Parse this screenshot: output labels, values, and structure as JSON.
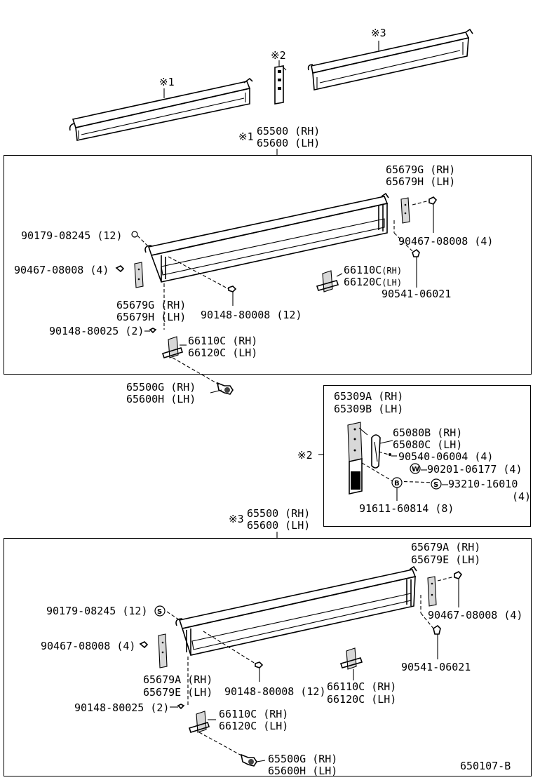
{
  "top": {
    "mark1": "※1",
    "mark2": "※2",
    "mark3": "※3",
    "mark1_label": "※1",
    "mark1_rh": "65500 (RH)",
    "mark1_lh": "65600 (LH)"
  },
  "panel1": {
    "bracket_top_rh": "65679G (RH)",
    "bracket_top_lh": "65679H (LH)",
    "bolt_ul": "90179-08245 (12)",
    "plug_left": "90467-08008 (4)",
    "plug_right": "90467-08008 (4)",
    "hinge_mid_rh": "66110C",
    "hinge_mid_rh_suffix": "(RH)",
    "hinge_mid_lh": "66120C",
    "hinge_mid_lh_suffix": "(LH)",
    "pin_right": "90541-06021",
    "bracket_low_rh": "65679G (RH)",
    "bracket_low_lh": "65679H (LH)",
    "screw_mid": "90148-80008 (12)",
    "screw_low": "90148-80025 (2)",
    "hinge_low_rh": "66110C (RH)",
    "hinge_low_lh": "66120C (LH)"
  },
  "outside1": {
    "bolt_rh": "65500G (RH)",
    "bolt_lh": "65600H (LH)"
  },
  "panel2": {
    "mark": "※2",
    "lock_rh": "65309A (RH)",
    "lock_lh": "65309B (LH)",
    "handle_rh": "65080B (RH)",
    "handle_lh": "65080C (LH)",
    "nut": "90540-06004 (4)",
    "washer_letter": "W",
    "washer": "90201-06177 (4)",
    "spring_letter": "S",
    "spring": "93210-16010",
    "spring_qty": "(4)",
    "bolt_letter": "B",
    "bolt": "91611-60814 (8)"
  },
  "mid": {
    "mark3_label": "※3",
    "mark3_rh": "65500 (RH)",
    "mark3_lh": "65600 (LH)"
  },
  "panel3": {
    "bracket_top_rh": "65679A (RH)",
    "bracket_top_lh": "65679E (LH)",
    "bolt_ul": "90179-08245 (12)",
    "bolt_ul_letter": "S",
    "plug_left": "90467-08008 (4)",
    "plug_right": "90467-08008 (4)",
    "pin_right": "90541-06021",
    "bracket_low_rh": "65679A (RH)",
    "bracket_low_lh": "65679E (LH)",
    "screw_mid": "90148-80008 (12)",
    "hinge_mid_rh": "66110C (RH)",
    "hinge_mid_lh": "66120C (LH)",
    "screw_low": "90148-80025 (2)",
    "hinge_low_rh": "66110C (RH)",
    "hinge_low_lh": "66120C (LH)"
  },
  "bottom": {
    "bolt_rh": "65500G (RH)",
    "bolt_lh": "65600H (LH)",
    "figure_code": "650107-B"
  }
}
